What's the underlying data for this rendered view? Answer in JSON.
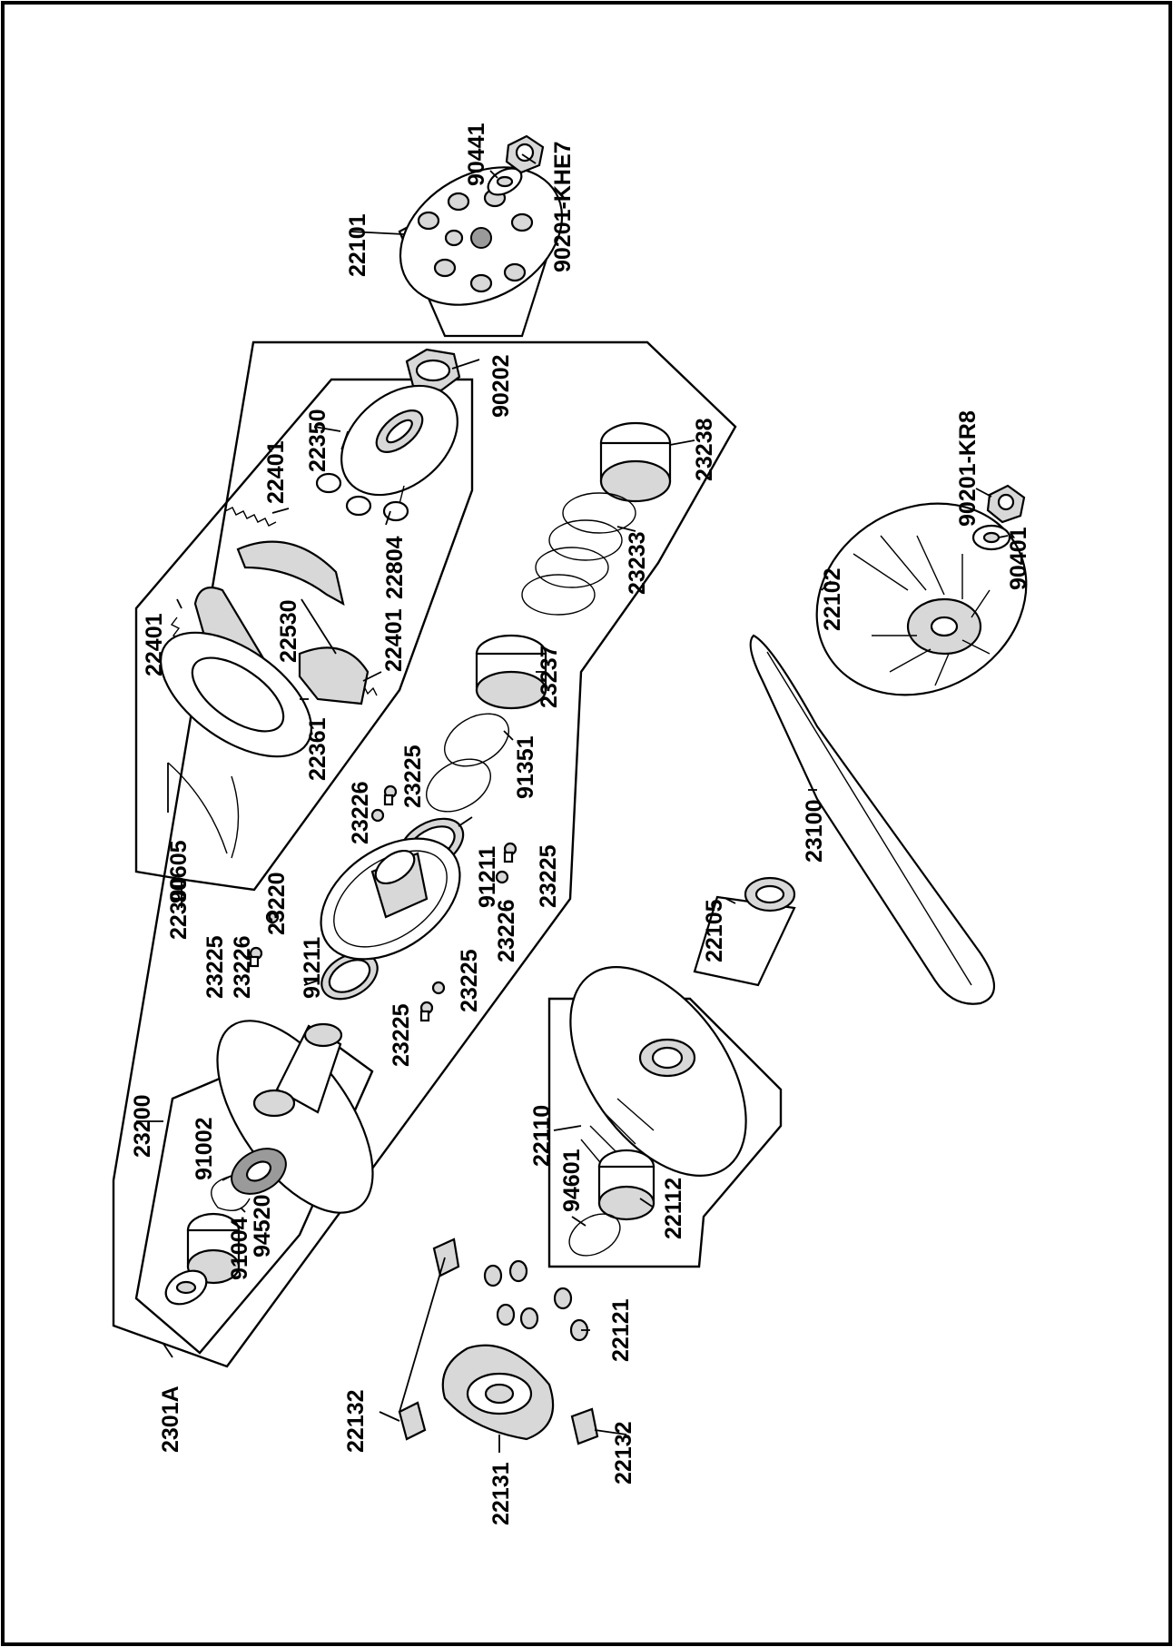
{
  "diagram": {
    "type": "exploded parts diagram (rotated 90°)",
    "part_numbers": [
      "22101",
      "90441",
      "90201-KHE7",
      "90202",
      "23238",
      "90201-KR8",
      "90401",
      "22350",
      "22401",
      "22804",
      "23233",
      "22102",
      "22530",
      "22401",
      "22401",
      "23237",
      "22361",
      "91351",
      "23225",
      "23226",
      "91211",
      "23225",
      "90605",
      "23100",
      "22300",
      "23220",
      "23226",
      "23225",
      "22105",
      "91211",
      "23226",
      "23225",
      "23225",
      "23200",
      "91002",
      "22110",
      "94520",
      "91004",
      "94601",
      "22112",
      "22121",
      "2301A",
      "22132",
      "22132",
      "22131"
    ]
  }
}
